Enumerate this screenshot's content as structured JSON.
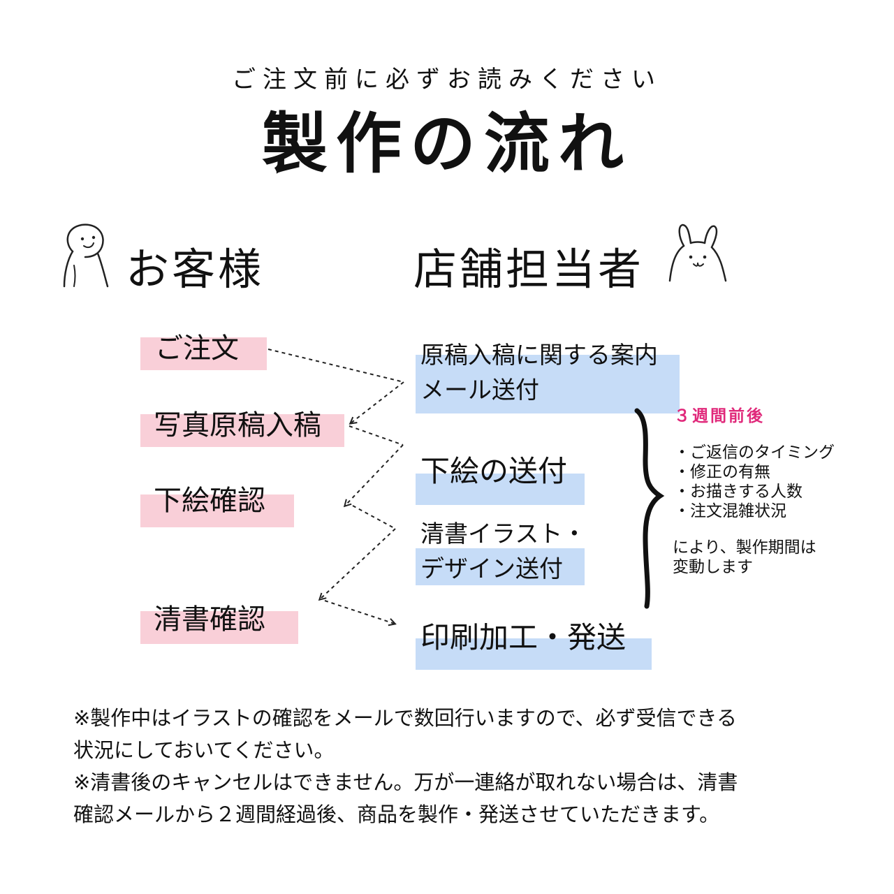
{
  "header": {
    "subtitle": "ご注文前に必ずお読みください",
    "title": "製作の流れ"
  },
  "roles": {
    "customer": "お客様",
    "shop": "店舗担当者"
  },
  "customer_steps": [
    "ご注文",
    "写真原稿入稿",
    "下絵確認",
    "清書確認"
  ],
  "shop_steps": [
    "原稿入稿に関する案内\nメール送付",
    "下絵の送付",
    "清書イラスト・\nデザイン送付",
    "印刷加工・発送"
  ],
  "side_note": {
    "period": "３週間前後",
    "factors": [
      "・ご返信のタイミング",
      "・修正の有無",
      "・お描きする人数",
      "・注文混雑状況"
    ],
    "result": "により、製作期間は\n変動します"
  },
  "footer": {
    "note1": "※製作中はイラストの確認をメールで数回行いますので、必ず受信できる\n状況にしておいてください。",
    "note2": "※清書後のキャンセルはできません。万が一連絡が取れない場合は、清書\n確認メールから２週間経過後、商品を製作・発送させていただきます。"
  },
  "colors": {
    "customer_highlight": "#f9cfd8",
    "shop_highlight": "#c6dcf7",
    "period_accent": "#e0287a"
  },
  "icons": {
    "customer": "person-doodle-icon",
    "shop": "rabbit-doodle-icon"
  }
}
